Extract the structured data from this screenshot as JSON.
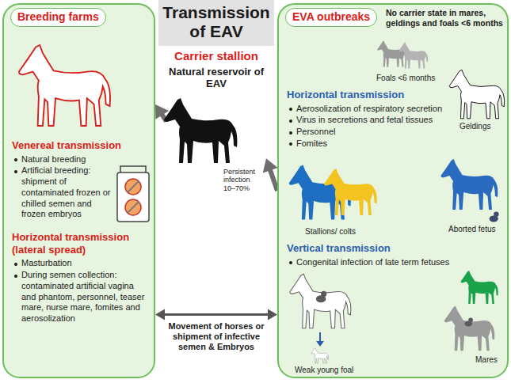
{
  "diagram": {
    "title": "Transmission of EAV",
    "nodes": [
      {
        "text": [
          "Breeding farms",
          "Venereal transmission",
          "Natural breeding",
          "Artificial breeding: shipment of contaminated frozen or chilled semen and frozen embryos",
          "Horizontal transmission (lateral spread)",
          "Masturbation",
          "During semen collection: contaminated artificial vagina and phantom, personnel, teaser mare, nurse mare, fomites and aerosolization"
        ]
      },
      {
        "text": [
          "Carrier stallion",
          "Natural reservoir of EAV",
          "Persistent infection 10–70%"
        ]
      },
      {
        "text": [
          "EVA outbreaks",
          "No carrier state in mares, geldings and foals <6 months",
          "Horizontal transmission",
          "Aerosolization of respiratory secretion",
          "Virus in secretions and fetal tissues",
          "Personnel",
          "Fomites",
          "Vertical transmission",
          "Congenital infection of late term fetuses"
        ]
      }
    ],
    "edges": [
      {
        "from": 1,
        "to": 0,
        "arrow": "to"
      },
      {
        "from": 2,
        "to": 1,
        "arrow": "to"
      },
      {
        "from": 0,
        "to": 2,
        "arrow": "both",
        "label": "Movement of horses or shipment of infective semen & Embryos"
      }
    ],
    "labels": [
      "Foals <6 months",
      "Geldings",
      "Stallions/ colts",
      "Aborted fetus",
      "Weak young foal",
      "Mares"
    ]
  }
}
